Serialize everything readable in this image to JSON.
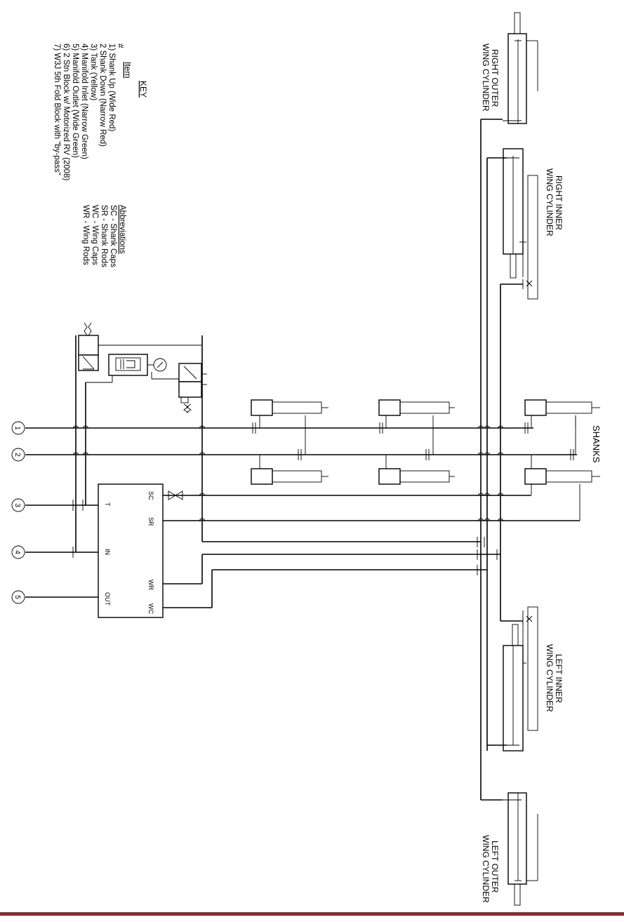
{
  "key": {
    "title": "KEY",
    "col_num": "#",
    "col_item": "Item",
    "items": [
      "1) Shank Up (Wide Red)",
      "2 Shank Down (Narrow Red)",
      "3) Tank (Yellow)",
      "4) Manifold Inlet (Narrow Green)",
      "5) Manifold Outlet (Wide Green)",
      "6) 2 Stn Block w/ Motorized RV (2008)",
      "7) W3J 5th Fold Block with \"by-pass\""
    ]
  },
  "abbreviations": {
    "title": "Abbreviations",
    "items": [
      "SC - Shank Caps",
      "SR - Shank Rods",
      "WC - Wing Caps",
      "WR - Wing Rods"
    ]
  },
  "cylinders": {
    "right_outer": [
      "RIGHT OUTER",
      "WING CYLINDER"
    ],
    "right_inner": [
      "RIGHT INNER",
      "WING CYLINDER"
    ],
    "left_inner": [
      "LEFT INNER",
      "WING CYLINDER"
    ],
    "left_outer": [
      "LEFT OUTER",
      "WING CYLINDER"
    ]
  },
  "shanks_label": "SHANKS",
  "manifold": {
    "port_sc": "SC",
    "port_sr": "SR",
    "port_wr": "WR",
    "port_wc": "WC",
    "port_t": "T",
    "port_in": "IN",
    "port_out": "OUT"
  },
  "ports": [
    "1",
    "2",
    "3",
    "4",
    "5"
  ],
  "colors": {
    "footer_rule": "#8b2a2a"
  }
}
